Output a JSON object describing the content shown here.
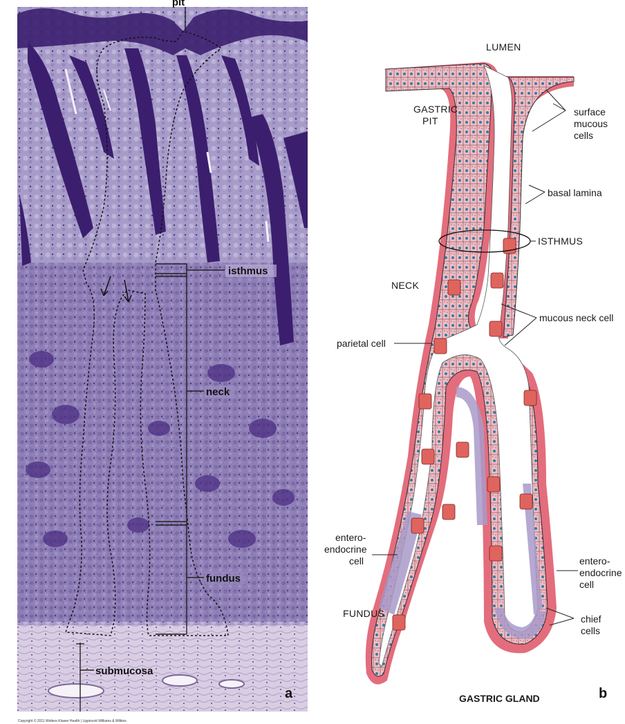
{
  "panel_a": {
    "labels": {
      "pit": "pit",
      "isthmus": "isthmus",
      "neck": "neck",
      "fundus": "fundus",
      "submucosa": "submucosa"
    },
    "panel_letter": "a",
    "copyright": "Copyright © 2011 Wolters Kluwer Health | Lippincott Williams & Wilkins"
  },
  "panel_b": {
    "labels": {
      "lumen": "LUMEN",
      "gastric_pit_line1": "GASTRIC",
      "gastric_pit_line2": "PIT",
      "surface_mucous_1": "surface",
      "surface_mucous_2": "mucous",
      "surface_mucous_3": "cells",
      "basal_lamina": "basal lamina",
      "isthmus": "ISTHMUS",
      "neck": "NECK",
      "mucous_neck_cell": "mucous neck cell",
      "parietal_cell": "parietal cell",
      "entero_left_1": "entero-",
      "entero_left_2": "endocrine",
      "entero_left_3": "cell",
      "entero_right_1": "entero-",
      "entero_right_2": "endocrine",
      "entero_right_3": "cell",
      "fundus": "FUNDUS",
      "chief_1": "chief",
      "chief_2": "cells",
      "title": "GASTRIC GLAND"
    },
    "panel_letter": "b"
  },
  "colors": {
    "stain_dark": "#3b1f6e",
    "stain_mid": "#7d6aa8",
    "stain_light": "#b8aed3",
    "submucosa": "#d9d0e4",
    "cell_pink": "#f2b8c0",
    "parietal_red": "#e0645e",
    "chief_purple": "#a99ac9",
    "nucleus_blue": "#2f7fa0",
    "basal_lamina": "#e06a78"
  }
}
